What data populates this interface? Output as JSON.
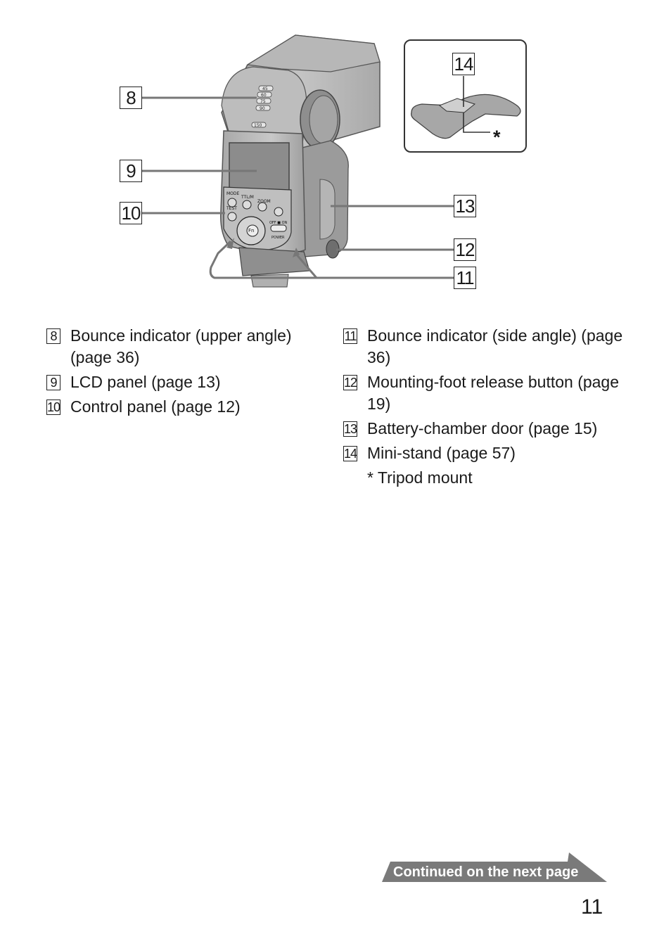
{
  "figure": {
    "callouts": {
      "c8": "8",
      "c9": "9",
      "c10": "10",
      "c11": "11",
      "c12": "12",
      "c13": "13",
      "c14": "14",
      "asterisk": "*"
    },
    "control_labels": {
      "mode": "MODE",
      "ttl_m": "TTL/M",
      "zoom": "ZOOM",
      "test": "TEST",
      "fn": "Fn",
      "off_on": "OFF ■ ON",
      "power": "POWER"
    },
    "bounce_scale": [
      "45",
      "60",
      "75",
      "90",
      "150"
    ]
  },
  "legend": {
    "left": [
      {
        "num": "8",
        "text": "Bounce indicator (upper angle) (page 36)"
      },
      {
        "num": "9",
        "text": "LCD panel (page 13)"
      },
      {
        "num": "10",
        "text": "Control panel (page 12)"
      }
    ],
    "right": [
      {
        "num": "11",
        "text": "Bounce indicator (side angle) (page 36)"
      },
      {
        "num": "12",
        "text": "Mounting-foot release button (page 19)"
      },
      {
        "num": "13",
        "text": "Battery-chamber door (page 15)"
      },
      {
        "num": "14",
        "text": "Mini-stand (page 57)"
      }
    ],
    "note": "* Tripod mount"
  },
  "footer": {
    "continued": "Continued on the next page",
    "page_number": "11"
  }
}
